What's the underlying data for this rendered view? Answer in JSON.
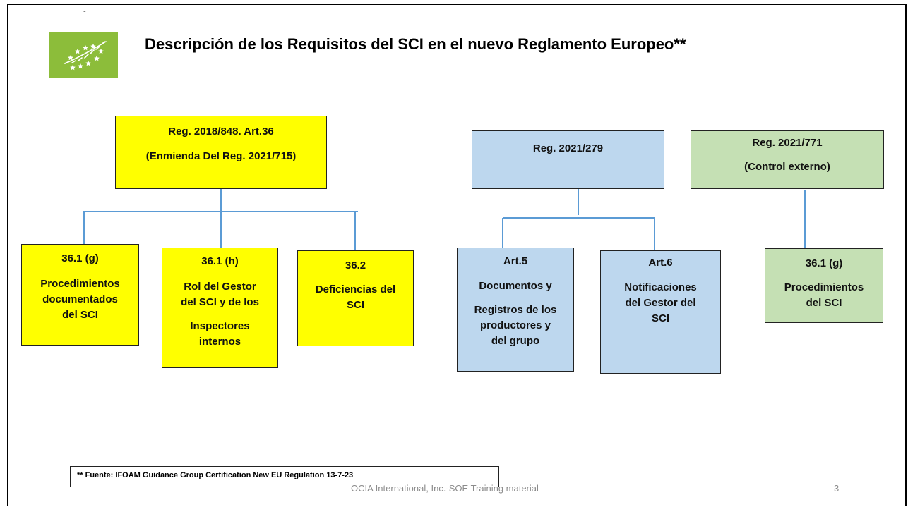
{
  "slide": {
    "dash": "-",
    "title": "Descripción de los Requisitos del SCI en el nuevo Reglamento Europeo**",
    "page_number": "3",
    "footer": "OCIA International, Inc.-SOE Training material",
    "footnote": "** Fuente: IFOAM Guidance Group Certification New EU Regulation 13-7-23"
  },
  "logo": {
    "icon": "eu-organic-leaf-logo",
    "color": "#8cbd3a"
  },
  "colors": {
    "yellow": "#ffff00",
    "blue": "#bdd7ee",
    "green": "#c5e0b4",
    "connector": "#5b9bd5"
  },
  "groups": {
    "yellow": {
      "parent": {
        "line1": "Reg. 2018/848. Art.36",
        "line2": "(Enmienda Del Reg. 2021/715)"
      },
      "children": [
        {
          "heading": "36.1 (g)",
          "lines": [
            "Procedimientos",
            "documentados",
            "del SCI"
          ]
        },
        {
          "heading": "36.1 (h)",
          "lines": [
            "Rol del Gestor",
            "del SCI y de los",
            "Inspectores",
            "internos"
          ]
        },
        {
          "heading": "36.2",
          "lines": [
            "Deficiencias del",
            "SCI"
          ]
        }
      ]
    },
    "blue": {
      "parent": {
        "line1": "Reg. 2021/279"
      },
      "children": [
        {
          "heading": "Art.5",
          "lines": [
            "Documentos y",
            "Registros de los",
            "productores y",
            "del grupo"
          ]
        },
        {
          "heading": "Art.6",
          "lines": [
            "Notificaciones",
            "del Gestor del",
            "SCI"
          ]
        }
      ]
    },
    "green": {
      "parent": {
        "line1": "Reg. 2021/771",
        "line2": "(Control externo)"
      },
      "children": [
        {
          "heading": "36.1 (g)",
          "lines": [
            "Procedimientos",
            "del SCI"
          ]
        }
      ]
    }
  }
}
